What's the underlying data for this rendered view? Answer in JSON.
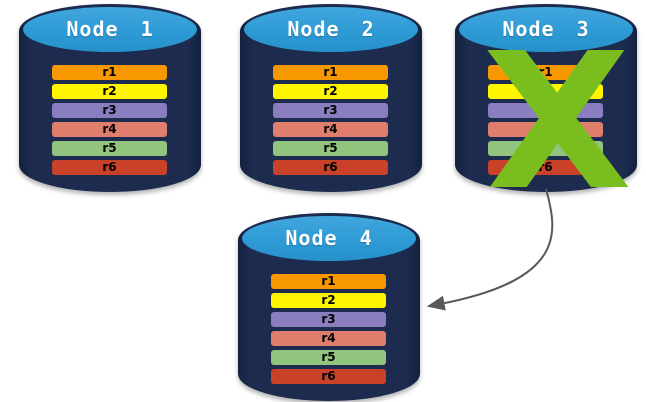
{
  "diagram": {
    "nodes": [
      {
        "label": "Node 1",
        "failed": false,
        "rows": [
          {
            "label": "r1",
            "color": "#F89800"
          },
          {
            "label": "r2",
            "color": "#FFF500"
          },
          {
            "label": "r3",
            "color": "#8A7EC1"
          },
          {
            "label": "r4",
            "color": "#DF7E6C"
          },
          {
            "label": "r5",
            "color": "#92C47E"
          },
          {
            "label": "r6",
            "color": "#C94128"
          }
        ]
      },
      {
        "label": "Node 2",
        "failed": false,
        "rows": [
          {
            "label": "r1",
            "color": "#F89800"
          },
          {
            "label": "r2",
            "color": "#FFF500"
          },
          {
            "label": "r3",
            "color": "#8A7EC1"
          },
          {
            "label": "r4",
            "color": "#DF7E6C"
          },
          {
            "label": "r5",
            "color": "#92C47E"
          },
          {
            "label": "r6",
            "color": "#C94128"
          }
        ]
      },
      {
        "label": "Node 3",
        "failed": true,
        "rows": [
          {
            "label": "r1",
            "color": "#F89800"
          },
          {
            "label": "r2",
            "color": "#FFF500"
          },
          {
            "label": "r3",
            "color": "#8A7EC1"
          },
          {
            "label": "r4",
            "color": "#DF7E6C"
          },
          {
            "label": "r5",
            "color": "#92C47E"
          },
          {
            "label": "r6",
            "color": "#C94128"
          }
        ]
      },
      {
        "label": "Node 4",
        "failed": false,
        "rows": [
          {
            "label": "r1",
            "color": "#F89800"
          },
          {
            "label": "r2",
            "color": "#FFF500"
          },
          {
            "label": "r3",
            "color": "#8A7EC1"
          },
          {
            "label": "r4",
            "color": "#DF7E6C"
          },
          {
            "label": "r5",
            "color": "#92C47E"
          },
          {
            "label": "r6",
            "color": "#C94128"
          }
        ]
      }
    ],
    "failure_x": {
      "node": "Node 3",
      "color": "#7ABD1E"
    },
    "arrow": {
      "from": "Node 3",
      "to": "Node 4",
      "color": "#595959"
    },
    "palette": {
      "cylinder_body": "#1C2B4E",
      "cylinder_top": "#2E9BD6",
      "node_label_text": "#FFFFFF",
      "row_text": "#000000",
      "background": "#FFFFFF"
    }
  }
}
